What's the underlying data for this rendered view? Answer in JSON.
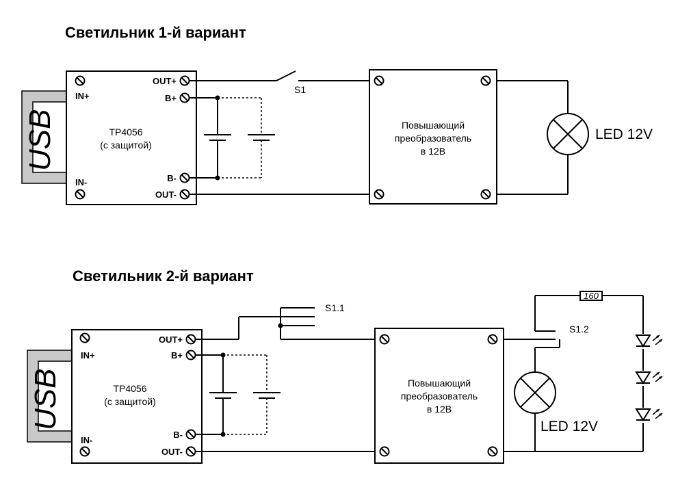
{
  "variant1": {
    "title": "Светильник 1-й вариант",
    "usb": "USB",
    "module": {
      "in_plus": "IN+",
      "in_minus": "IN-",
      "out_plus": "OUT+",
      "out_minus": "OUT-",
      "b_plus": "B+",
      "b_minus": "B-",
      "name": "TP4056",
      "note": "(с защитой)"
    },
    "switch": "S1",
    "booster": {
      "line1": "Повышающий",
      "line2": "преобразователь",
      "line3": "в 12В"
    },
    "lamp": "LED 12V"
  },
  "variant2": {
    "title": "Светильник 2-й вариант",
    "usb": "USB",
    "module": {
      "in_plus": "IN+",
      "in_minus": "IN-",
      "out_plus": "OUT+",
      "out_minus": "OUT-",
      "b_plus": "B+",
      "b_minus": "B-",
      "name": "TP4056",
      "note": "(с защитой)"
    },
    "switch1": "S1.1",
    "switch2": "S1.2",
    "booster": {
      "line1": "Повышающий",
      "line2": "преобразователь",
      "line3": "в 12В"
    },
    "lamp": "LED 12V",
    "resistor": "160"
  }
}
